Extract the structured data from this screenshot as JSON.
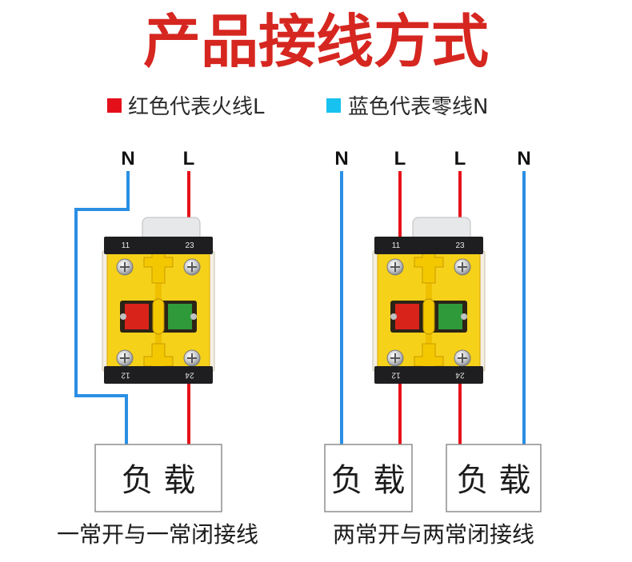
{
  "title": "产品接线方式",
  "legend": {
    "live": {
      "label": "红色代表火线L",
      "color": "#e3101a"
    },
    "neutral": {
      "label": "蓝色代表零线N",
      "color": "#17c2ef"
    }
  },
  "colors": {
    "title": "#d62620",
    "live_wire": "#e6121b",
    "neutral_wire": "#2b8fe4",
    "switch_body": "#f6d11a",
    "contact_red": "#d8231b",
    "contact_green": "#2e9a3a"
  },
  "diagram_1": {
    "wire_labels": [
      "N",
      "L"
    ],
    "terminals": {
      "top_left": "11",
      "top_right": "23",
      "bottom_left": "12",
      "bottom_right": "24"
    },
    "loads": [
      "负 载"
    ],
    "caption": "一常开与一常闭接线"
  },
  "diagram_2": {
    "wire_labels": [
      "N",
      "L",
      "L",
      "N"
    ],
    "terminals": {
      "top_left": "11",
      "top_right": "23",
      "bottom_left": "12",
      "bottom_right": "24"
    },
    "loads": [
      "负 载",
      "负 载"
    ],
    "caption": "两常开与两常闭接线"
  }
}
